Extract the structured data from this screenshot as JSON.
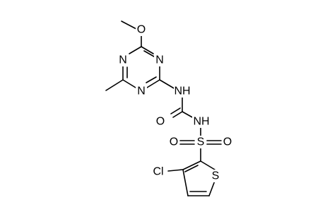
{
  "molecule": {
    "atoms": {
      "O_methoxy": "O",
      "N_ring_top_left": "N",
      "N_ring_top_right": "N",
      "N_ring_bottom": "N",
      "NH_urea_1": "NH",
      "O_carbonyl": "O",
      "NH_urea_2": "NH",
      "O_sulfonyl_left": "O",
      "S_sulfonyl": "S",
      "O_sulfonyl_right": "O",
      "Cl": "Cl",
      "S_thiophene": "S"
    }
  }
}
